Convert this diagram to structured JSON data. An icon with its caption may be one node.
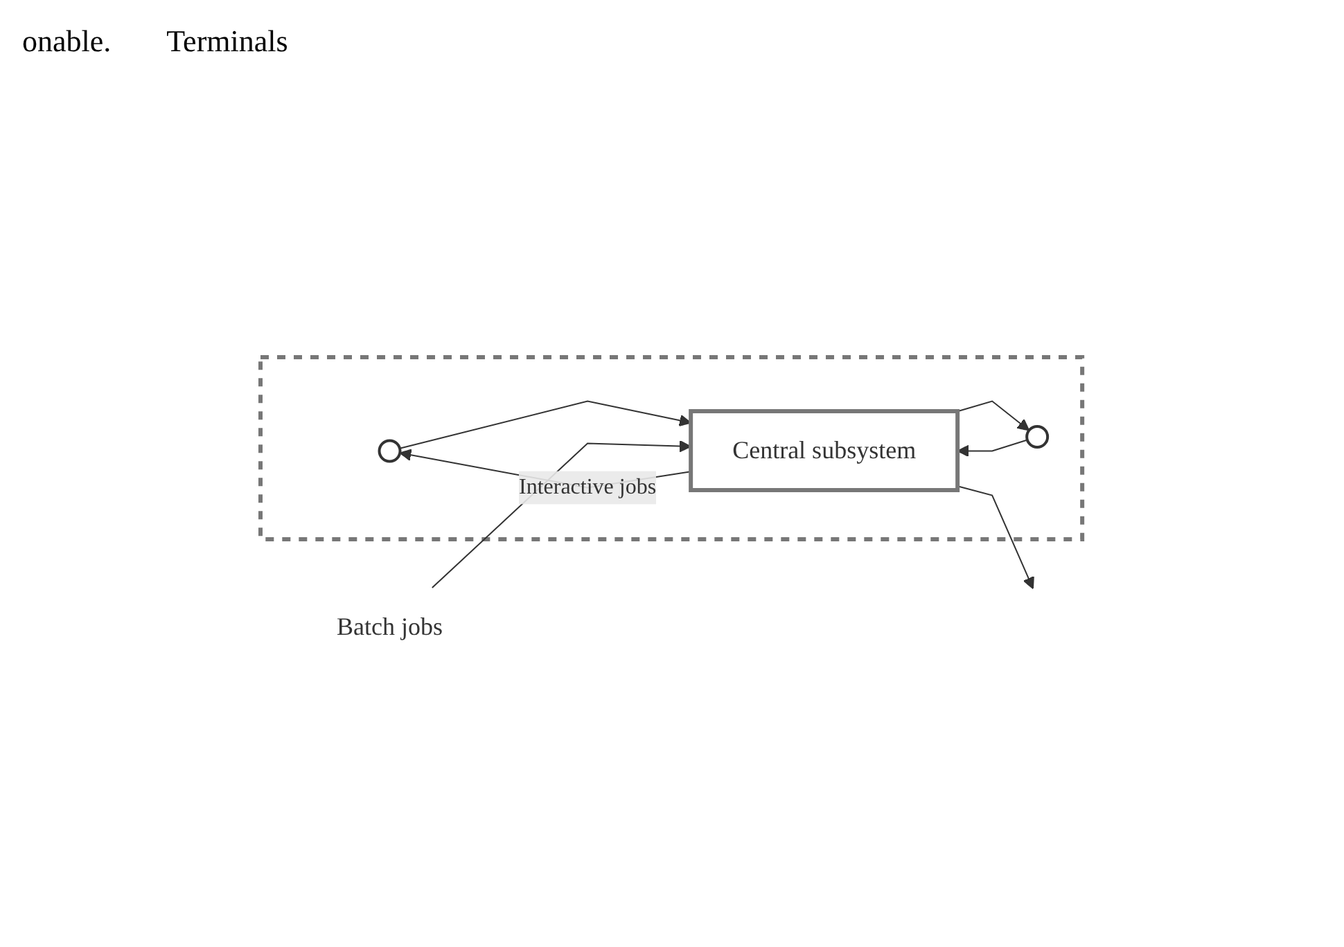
{
  "diagram": {
    "nodes": [
      {
        "text": [],
        "shape": "box"
      },
      {
        "text": [],
        "shape": "circle",
        "in": 0
      },
      {
        "text": [],
        "shape": "circle",
        "in": 0
      },
      {
        "text": [
          "Central subsystem"
        ],
        "in": 0
      },
      {
        "text": [
          "Batch jobs"
        ]
      }
    ],
    "edges": [
      {
        "from": 3,
        "to": 1,
        "arrow": "to",
        "label": "Interactive jobs"
      },
      {
        "from": 3,
        "to": 2,
        "arrow": "to"
      },
      {
        "from": 1,
        "to": 3,
        "arrow": "to"
      },
      {
        "from": 2,
        "to": 3,
        "arrow": "to"
      },
      {
        "from": 4,
        "to": 3,
        "arrow": "to"
      },
      {
        "from": 3,
        "to": null,
        "arrow": "to"
      }
    ],
    "labels": [
      "onable.",
      "Terminals"
    ]
  }
}
